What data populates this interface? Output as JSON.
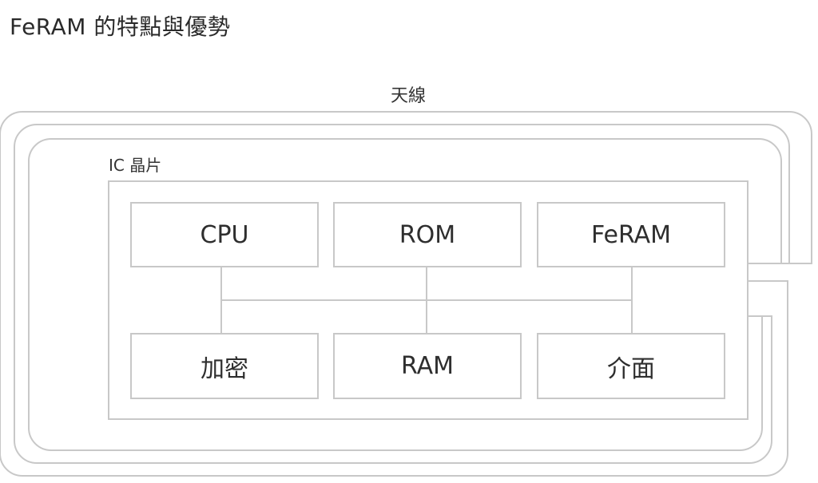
{
  "header": {
    "title": "FeRAM 的特點與優勢"
  },
  "diagram": {
    "antenna_label": "天線",
    "chip_label": "IC 晶片",
    "blocks": {
      "cpu": "CPU",
      "rom": "ROM",
      "feram": "FeRAM",
      "crypto": "加密",
      "ram": "RAM",
      "interface": "介面"
    }
  },
  "colors": {
    "line": "#c8c8c8",
    "text": "#2e2e2e",
    "background": "#ffffff"
  }
}
